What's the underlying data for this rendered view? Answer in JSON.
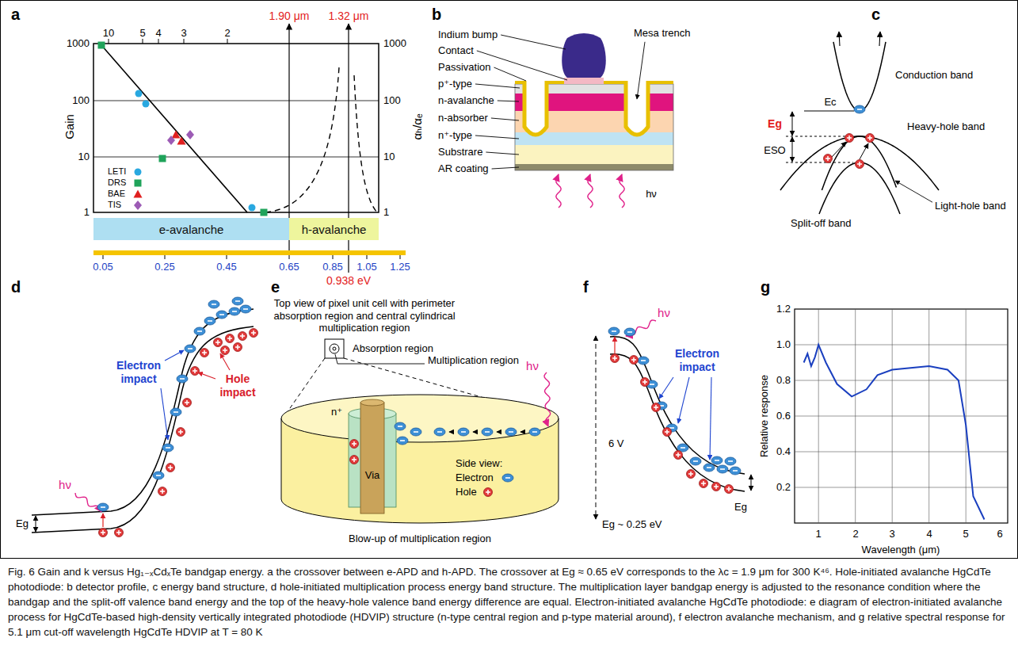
{
  "diagram": {
    "caption": "Fig. 6 Gain and k versus Hg₁₋ₓCdₓTe bandgap energy. a the crossover between e-APD and h-APD. The crossover at Eg ≈ 0.65 eV corresponds to the λc = 1.9 μm for 300 K⁴⁶. Hole-initiated avalanche HgCdTe photodiode: b detector profile, c energy band structure, d hole-initiated multiplication process energy band structure. The multiplication layer bandgap energy is adjusted to the resonance condition where the bandgap and the split-off valence band energy and the top of the heavy-hole valence band energy difference are equal. Electron-initiated avalanche HgCdTe photodiode: e diagram of electron-initiated avalanche process for HgCdTe-based high-density vertically integrated photodiode (HDVIP) structure (n-type central region and p-type material around), f electron avalanche mechanism, and g relative spectral response for 5.1 μm cut-off wavelength HgCdTe HDVIP at T = 80 K",
    "nodes": [
      {
        "text": [
          "e-avalanche"
        ]
      },
      {
        "text": [
          "h-avalanche"
        ]
      }
    ],
    "labels": [
      "a",
      "b",
      "c",
      "d",
      "e",
      "f",
      "g",
      "1.90 μm",
      "1.32 μm",
      "10",
      "5",
      "4",
      "3",
      "2",
      "Gain",
      "1000",
      "100",
      "10",
      "1",
      "1000",
      "100",
      "10",
      "1",
      "αₕ/αₑ",
      "0.05",
      "0.25",
      "0.45",
      "0.65",
      "0.85",
      "1.05",
      "1.25",
      "0.938 eV",
      "Indium bump",
      "Contact",
      "Passivation",
      "p⁺-type",
      "n-avalanche",
      "n-absorber",
      "n⁺-type",
      "Substrare",
      "AR coating",
      "Mesa trench",
      "hν",
      "Conduction band",
      "Ec",
      "Eg",
      "ESO",
      "Heavy-hole band",
      "Light-hole band",
      "Split-off band",
      "Electron impact",
      "Hole impact",
      "hν",
      "Eg",
      "Top view of pixel unit cell with perimeter absorption region and central cylindrical multiplication region",
      "Absorption region",
      "Multiplication region",
      "n⁺",
      "Via",
      "Side view:",
      "Electron",
      "Hole",
      "Blow-up of multiplication region",
      "hν",
      "hν",
      "Electron impact",
      "6 V",
      "Eg ~ 0.25 eV",
      "Eg",
      "Relative response",
      "1.2",
      "1.0",
      "0.8",
      "0.6",
      "0.4",
      "0.2",
      "1",
      "2",
      "3",
      "4",
      "5",
      "6",
      "Wavelength (μm)"
    ],
    "legend": [
      {
        "text": "LETI",
        "color": "#29a8e0"
      },
      {
        "text": "DRS",
        "color": "#1fa35a"
      },
      {
        "text": "BAE",
        "color": "#e02020"
      },
      {
        "text": "TIS",
        "color": "#9c5bb5"
      }
    ]
  }
}
